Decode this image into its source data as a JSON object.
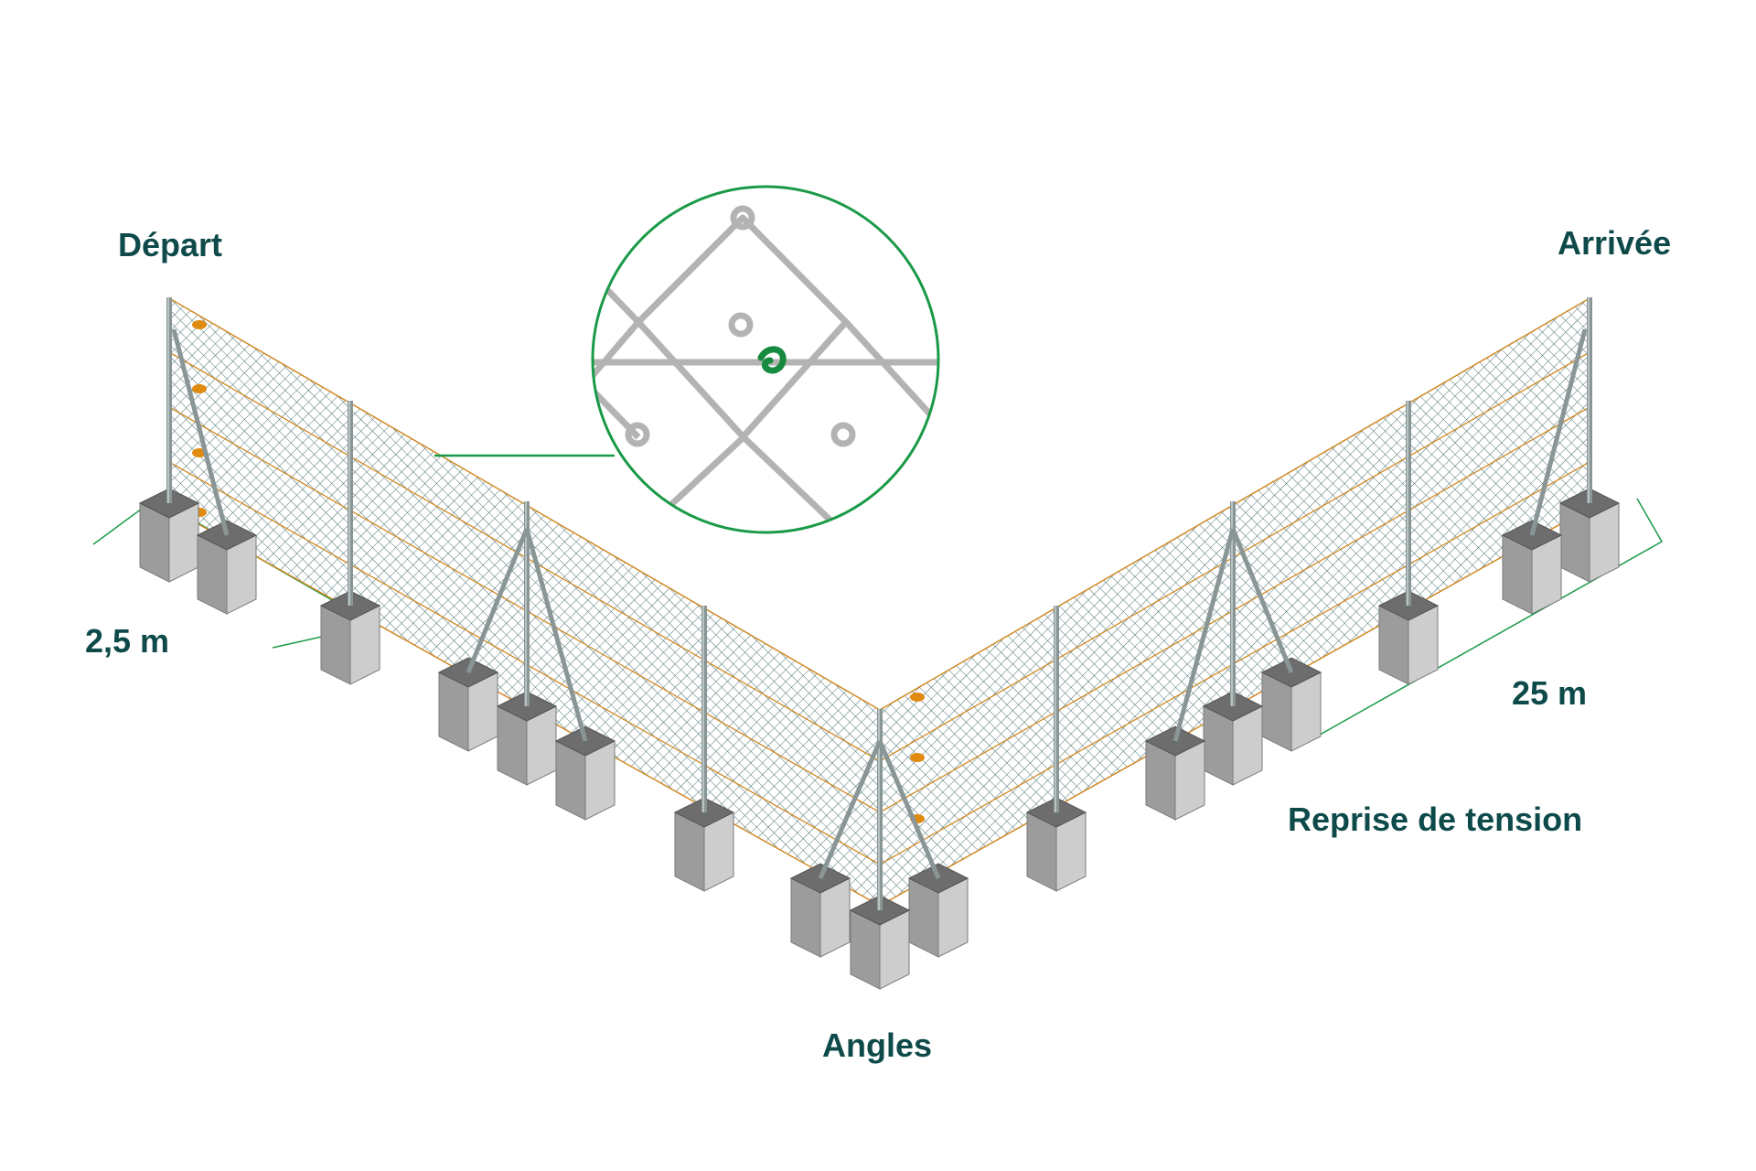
{
  "labels": {
    "start": "Départ",
    "end": "Arrivée",
    "width": "2,5 m",
    "length": "25 m",
    "tension_recovery": "Reprise de tension",
    "corners": "Angles"
  },
  "colors": {
    "text": "#0f4a4a",
    "accent_green": "#1a9a47",
    "mesh": "#4c7272",
    "tension_wire": "#d08a25",
    "post": "#8a9696",
    "block_top": "#6d6d6d",
    "block_left": "#9c9c9c",
    "block_right": "#cdcdcd",
    "zoom_wire": "#b3b3b3",
    "zoom_clip": "#168a3e"
  },
  "icons": {
    "zoom_detail": "chain-link-mesh-with-clip"
  }
}
